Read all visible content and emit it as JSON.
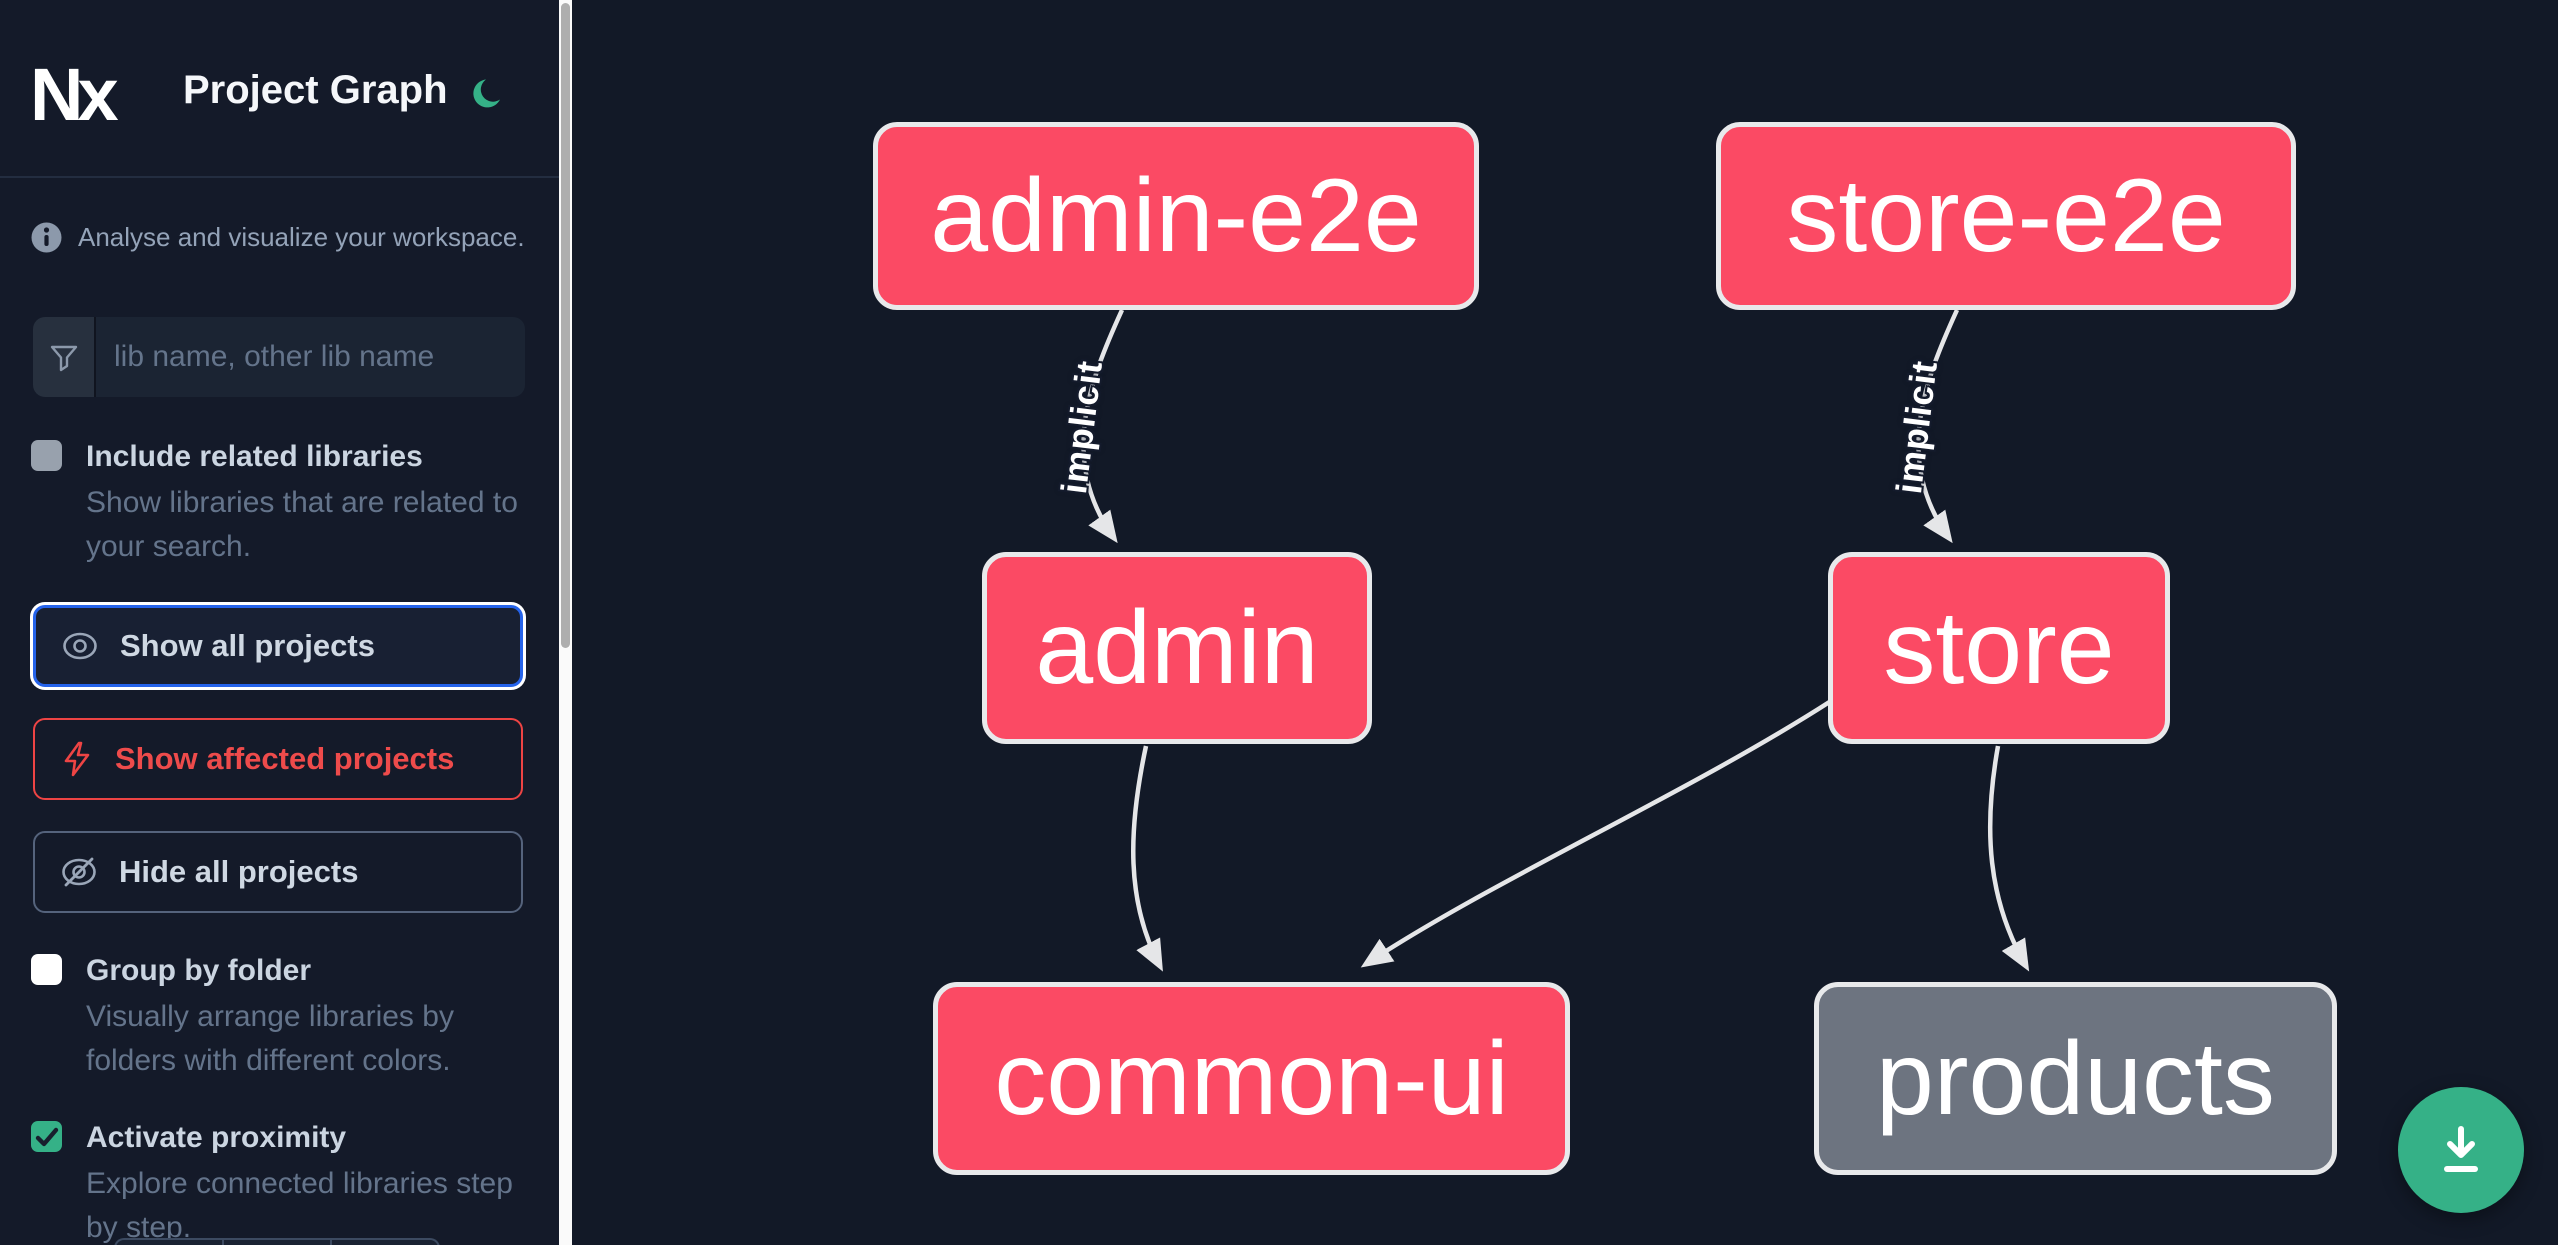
{
  "header": {
    "logo": "Nx",
    "title": "Project Graph",
    "theme_icon": "moon"
  },
  "sidebar": {
    "tagline": "Analyse and visualize your workspace.",
    "search": {
      "placeholder": "lib name, other lib name",
      "value": ""
    },
    "checkboxes": [
      {
        "label": "Include related libraries",
        "description": "Show libraries that are related to your search.",
        "checked": false,
        "disabled": true
      },
      {
        "label": "Group by folder",
        "description": "Visually arrange libraries by folders with different colors.",
        "checked": false,
        "disabled": false
      },
      {
        "label": "Activate proximity",
        "description": "Explore connected libraries step by step.",
        "checked": true,
        "disabled": false
      }
    ],
    "buttons": [
      {
        "label": "Show all projects",
        "icon": "eye",
        "state": "focused"
      },
      {
        "label": "Show affected projects",
        "icon": "bolt",
        "state": "affected"
      },
      {
        "label": "Hide all projects",
        "icon": "eye-off",
        "state": "default"
      }
    ]
  },
  "graph": {
    "nodes": [
      {
        "id": "admin-e2e",
        "label": "admin-e2e",
        "type": "affected"
      },
      {
        "id": "store-e2e",
        "label": "store-e2e",
        "type": "affected"
      },
      {
        "id": "admin",
        "label": "admin",
        "type": "affected"
      },
      {
        "id": "store",
        "label": "store",
        "type": "affected"
      },
      {
        "id": "common-ui",
        "label": "common-ui",
        "type": "affected"
      },
      {
        "id": "products",
        "label": "products",
        "type": "unaffected"
      }
    ],
    "edges": [
      {
        "source": "admin-e2e",
        "target": "admin",
        "label": "implicit"
      },
      {
        "source": "store-e2e",
        "target": "store",
        "label": "implicit"
      },
      {
        "source": "admin",
        "target": "common-ui",
        "label": ""
      },
      {
        "source": "store",
        "target": "common-ui",
        "label": ""
      },
      {
        "source": "store",
        "target": "products",
        "label": ""
      }
    ]
  },
  "fab": {
    "icon": "download"
  },
  "colors": {
    "sidebar_bg": "#141a29",
    "canvas_bg": "#121927",
    "node_affected": "#fb4a64",
    "node_unaffected": "#6d7480",
    "node_border": "#e8e9eb",
    "edge": "#e5e6e8",
    "accent_green": "#35b187",
    "focus_blue": "#2563eb",
    "danger_red": "#ee4444",
    "text_primary": "#cbd5e1",
    "text_muted": "#64748b",
    "text_info": "#94a3b8",
    "scroll_track": "#fafafa",
    "scroll_thumb": "#aeaeae"
  }
}
